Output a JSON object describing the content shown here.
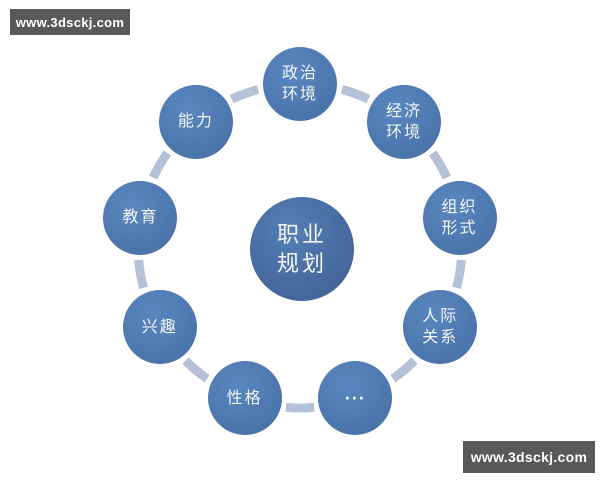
{
  "watermarks": {
    "top_left": {
      "text": "www.3dsckj.com"
    },
    "bottom_right": {
      "text": "www.3dsckj.com"
    }
  },
  "diagram": {
    "center": {
      "id": "career-planning",
      "label": "职业规划",
      "lines": [
        "职业",
        "规划"
      ]
    },
    "nodes": [
      {
        "id": "political-environment",
        "label": "政治环境",
        "lines": [
          "政治",
          "环境"
        ]
      },
      {
        "id": "economic-environment",
        "label": "经济环境",
        "lines": [
          "经济",
          "环境"
        ]
      },
      {
        "id": "organizational-form",
        "label": "组织形式",
        "lines": [
          "组织",
          "形式"
        ]
      },
      {
        "id": "interpersonal-relations",
        "label": "人际关系",
        "lines": [
          "人际",
          "关系"
        ]
      },
      {
        "id": "ellipsis",
        "label": "...",
        "lines": [
          "..."
        ]
      },
      {
        "id": "personality",
        "label": "性格",
        "lines": [
          "性格"
        ]
      },
      {
        "id": "interest",
        "label": "兴趣",
        "lines": [
          "兴趣"
        ]
      },
      {
        "id": "education",
        "label": "教育",
        "lines": [
          "教育"
        ]
      },
      {
        "id": "ability",
        "label": "能力",
        "lines": [
          "能力"
        ]
      }
    ],
    "colors": {
      "node_fill": "#4c77ae",
      "center_fill": "#46699e",
      "ring": "#b4c1d6",
      "label_text": "#f4f5f1",
      "watermark_bg": "#59595b",
      "watermark_text": "#ffffff"
    }
  }
}
